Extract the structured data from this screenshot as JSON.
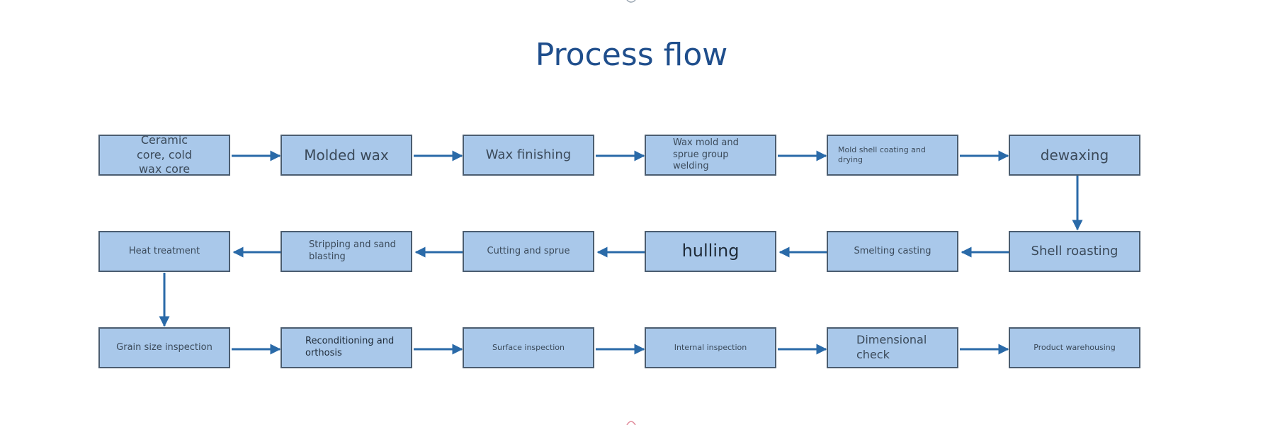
{
  "title": "Process flow",
  "steps": [
    "Ceramic core, cold wax core",
    "Molded wax",
    "Wax finishing",
    "Wax mold and sprue group welding",
    "Mold shell coating and drying",
    "dewaxing",
    "Shell roasting",
    "Smelting casting",
    "hulling",
    "Cutting and sprue",
    "Stripping and sand blasting",
    "Heat treatment",
    "Grain size inspection",
    "Reconditioning and orthosis",
    "Surface inspection",
    "Internal inspection",
    "Dimensional check",
    "Product warehousing"
  ],
  "colors": {
    "box_fill": "#a9c8ea",
    "box_border": "#4b5d70",
    "arrow": "#2a6aa8",
    "title": "#1f4e8c"
  }
}
